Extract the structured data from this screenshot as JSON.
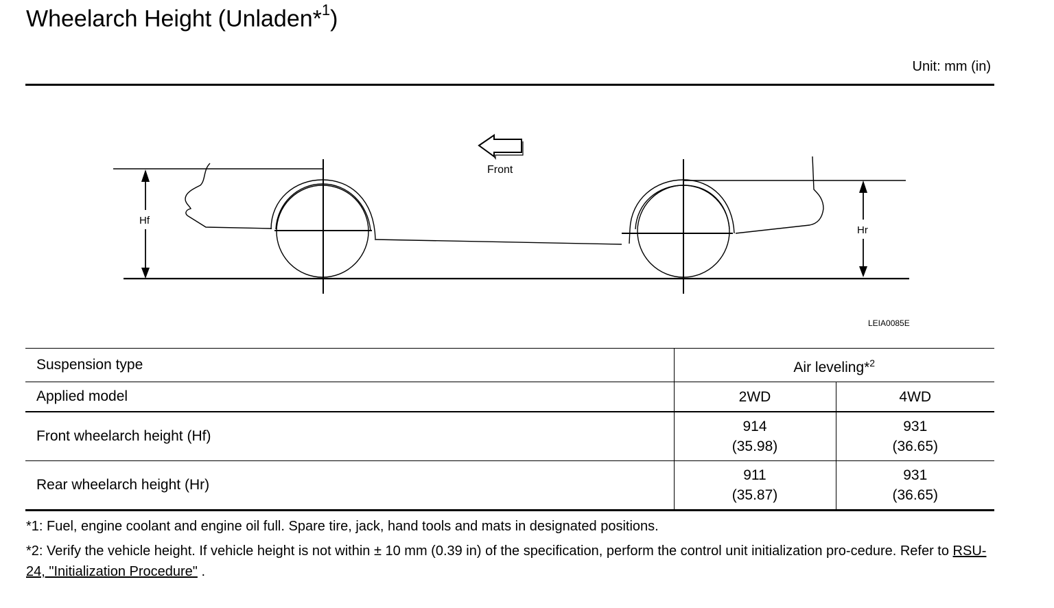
{
  "title": {
    "text": "Wheelarch Height (Unladen*",
    "sup": "1",
    "close": ")"
  },
  "unit": "Unit: mm (in)",
  "figure": {
    "front_label": "Front",
    "hf_label": "Hf",
    "hr_label": "Hr",
    "figure_id": "LEIA0085E"
  },
  "table": {
    "row_suspension": {
      "label": "Suspension type",
      "value": "Air leveling*",
      "value_sup": "2"
    },
    "row_model": {
      "label": "Applied model",
      "col1": "2WD",
      "col2": "4WD"
    },
    "row_front": {
      "label": "Front wheelarch height (Hf)",
      "col1_mm": "914",
      "col1_in": "(35.98)",
      "col2_mm": "931",
      "col2_in": "(36.65)"
    },
    "row_rear": {
      "label": "Rear wheelarch height (Hr)",
      "col1_mm": "911",
      "col1_in": "(35.87)",
      "col2_mm": "931",
      "col2_in": "(36.65)"
    }
  },
  "notes": {
    "note1": "*1: Fuel, engine coolant and engine oil full. Spare tire, jack, hand tools and mats in designated positions.",
    "note2_prefix": "*2: Verify the vehicle height. If vehicle height is not within ± 10 mm (0.39 in) of the specification, perform the control unit initialization pro-cedure. Refer to ",
    "note2_link": "RSU-24, \"Initialization Procedure\"",
    "note2_suffix": " ."
  }
}
